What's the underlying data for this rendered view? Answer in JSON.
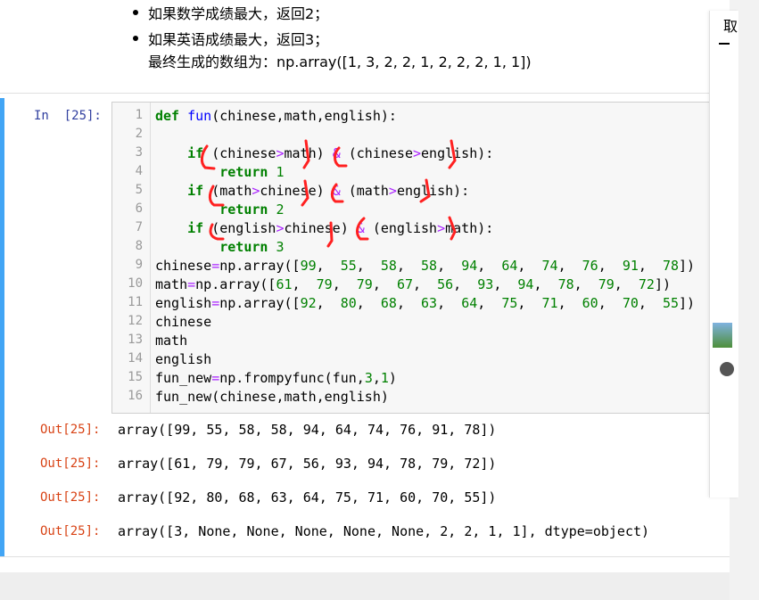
{
  "markdown": {
    "bullets": [
      "如果数学成绩最大，返回2；",
      "如果英语成绩最大，返回3；"
    ],
    "result_line": "最终生成的数组为：np.array([1, 3, 2, 2, 1, 2, 2, 2, 1, 1])"
  },
  "code_cell": {
    "prompt": "In  [25]:",
    "line_numbers": [
      "1",
      "2",
      "3",
      "4",
      "5",
      "6",
      "7",
      "8",
      "9",
      "10",
      "11",
      "12",
      "13",
      "14",
      "15",
      "16"
    ],
    "lines": [
      [
        {
          "t": "def ",
          "c": "kw"
        },
        {
          "t": "fun",
          "c": "fn"
        },
        {
          "t": "(chinese,math,english):",
          "c": "p"
        }
      ],
      [],
      [
        {
          "t": "    ",
          "c": "p"
        },
        {
          "t": "if",
          "c": "kw"
        },
        {
          "t": " (chinese",
          "c": "p"
        },
        {
          "t": ">",
          "c": "op"
        },
        {
          "t": "math) ",
          "c": "p"
        },
        {
          "t": "&",
          "c": "op"
        },
        {
          "t": " (chinese",
          "c": "p"
        },
        {
          "t": ">",
          "c": "op"
        },
        {
          "t": "english):",
          "c": "p"
        }
      ],
      [
        {
          "t": "        ",
          "c": "p"
        },
        {
          "t": "return ",
          "c": "kw"
        },
        {
          "t": "1",
          "c": "num"
        }
      ],
      [
        {
          "t": "    ",
          "c": "p"
        },
        {
          "t": "if",
          "c": "kw"
        },
        {
          "t": " (math",
          "c": "p"
        },
        {
          "t": ">",
          "c": "op"
        },
        {
          "t": "chinese) ",
          "c": "p"
        },
        {
          "t": "&",
          "c": "op"
        },
        {
          "t": " (math",
          "c": "p"
        },
        {
          "t": ">",
          "c": "op"
        },
        {
          "t": "english):",
          "c": "p"
        }
      ],
      [
        {
          "t": "        ",
          "c": "p"
        },
        {
          "t": "return ",
          "c": "kw"
        },
        {
          "t": "2",
          "c": "num"
        }
      ],
      [
        {
          "t": "    ",
          "c": "p"
        },
        {
          "t": "if",
          "c": "kw"
        },
        {
          "t": " (english",
          "c": "p"
        },
        {
          "t": ">",
          "c": "op"
        },
        {
          "t": "chinese) ",
          "c": "p"
        },
        {
          "t": "&",
          "c": "op"
        },
        {
          "t": " (english",
          "c": "p"
        },
        {
          "t": ">",
          "c": "op"
        },
        {
          "t": "math):",
          "c": "p"
        }
      ],
      [
        {
          "t": "        ",
          "c": "p"
        },
        {
          "t": "return ",
          "c": "kw"
        },
        {
          "t": "3",
          "c": "num"
        }
      ],
      [
        {
          "t": "chinese",
          "c": "p"
        },
        {
          "t": "=",
          "c": "op"
        },
        {
          "t": "np.array([",
          "c": "p"
        },
        {
          "t": "99",
          "c": "num"
        },
        {
          "t": ",  ",
          "c": "p"
        },
        {
          "t": "55",
          "c": "num"
        },
        {
          "t": ",  ",
          "c": "p"
        },
        {
          "t": "58",
          "c": "num"
        },
        {
          "t": ",  ",
          "c": "p"
        },
        {
          "t": "58",
          "c": "num"
        },
        {
          "t": ",  ",
          "c": "p"
        },
        {
          "t": "94",
          "c": "num"
        },
        {
          "t": ",  ",
          "c": "p"
        },
        {
          "t": "64",
          "c": "num"
        },
        {
          "t": ",  ",
          "c": "p"
        },
        {
          "t": "74",
          "c": "num"
        },
        {
          "t": ",  ",
          "c": "p"
        },
        {
          "t": "76",
          "c": "num"
        },
        {
          "t": ",  ",
          "c": "p"
        },
        {
          "t": "91",
          "c": "num"
        },
        {
          "t": ",  ",
          "c": "p"
        },
        {
          "t": "78",
          "c": "num"
        },
        {
          "t": "])",
          "c": "p"
        }
      ],
      [
        {
          "t": "math",
          "c": "p"
        },
        {
          "t": "=",
          "c": "op"
        },
        {
          "t": "np.array([",
          "c": "p"
        },
        {
          "t": "61",
          "c": "num"
        },
        {
          "t": ",  ",
          "c": "p"
        },
        {
          "t": "79",
          "c": "num"
        },
        {
          "t": ",  ",
          "c": "p"
        },
        {
          "t": "79",
          "c": "num"
        },
        {
          "t": ",  ",
          "c": "p"
        },
        {
          "t": "67",
          "c": "num"
        },
        {
          "t": ",  ",
          "c": "p"
        },
        {
          "t": "56",
          "c": "num"
        },
        {
          "t": ",  ",
          "c": "p"
        },
        {
          "t": "93",
          "c": "num"
        },
        {
          "t": ",  ",
          "c": "p"
        },
        {
          "t": "94",
          "c": "num"
        },
        {
          "t": ",  ",
          "c": "p"
        },
        {
          "t": "78",
          "c": "num"
        },
        {
          "t": ",  ",
          "c": "p"
        },
        {
          "t": "79",
          "c": "num"
        },
        {
          "t": ",  ",
          "c": "p"
        },
        {
          "t": "72",
          "c": "num"
        },
        {
          "t": "])",
          "c": "p"
        }
      ],
      [
        {
          "t": "english",
          "c": "p"
        },
        {
          "t": "=",
          "c": "op"
        },
        {
          "t": "np.array([",
          "c": "p"
        },
        {
          "t": "92",
          "c": "num"
        },
        {
          "t": ",  ",
          "c": "p"
        },
        {
          "t": "80",
          "c": "num"
        },
        {
          "t": ",  ",
          "c": "p"
        },
        {
          "t": "68",
          "c": "num"
        },
        {
          "t": ",  ",
          "c": "p"
        },
        {
          "t": "63",
          "c": "num"
        },
        {
          "t": ",  ",
          "c": "p"
        },
        {
          "t": "64",
          "c": "num"
        },
        {
          "t": ",  ",
          "c": "p"
        },
        {
          "t": "75",
          "c": "num"
        },
        {
          "t": ",  ",
          "c": "p"
        },
        {
          "t": "71",
          "c": "num"
        },
        {
          "t": ",  ",
          "c": "p"
        },
        {
          "t": "60",
          "c": "num"
        },
        {
          "t": ",  ",
          "c": "p"
        },
        {
          "t": "70",
          "c": "num"
        },
        {
          "t": ",  ",
          "c": "p"
        },
        {
          "t": "55",
          "c": "num"
        },
        {
          "t": "])",
          "c": "p"
        }
      ],
      [
        {
          "t": "chinese",
          "c": "p"
        }
      ],
      [
        {
          "t": "math",
          "c": "p"
        }
      ],
      [
        {
          "t": "english",
          "c": "p"
        }
      ],
      [
        {
          "t": "fun_new",
          "c": "p"
        },
        {
          "t": "=",
          "c": "op"
        },
        {
          "t": "np.frompyfunc(fun,",
          "c": "p"
        },
        {
          "t": "3",
          "c": "num"
        },
        {
          "t": ",",
          "c": "p"
        },
        {
          "t": "1",
          "c": "num"
        },
        {
          "t": ")",
          "c": "p"
        }
      ],
      [
        {
          "t": "fun_new(chinese,math,english)",
          "c": "p"
        }
      ]
    ]
  },
  "outputs": [
    {
      "prompt": "Out[25]:",
      "text": "array([99, 55, 58, 58, 94, 64, 74, 76, 91, 78])"
    },
    {
      "prompt": "Out[25]:",
      "text": "array([61, 79, 79, 67, 56, 93, 94, 78, 79, 72])"
    },
    {
      "prompt": "Out[25]:",
      "text": "array([92, 80, 68, 63, 64, 75, 71, 60, 70, 55])"
    },
    {
      "prompt": "Out[25]:",
      "text": "array([3, None, None, None, None, None, 2, 2, 1, 1], dtype=object)"
    }
  ],
  "side_panel": {
    "label": "取"
  },
  "colors": {
    "active_bar": "#42a5f5",
    "in_prompt": "#303f9f",
    "out_prompt": "#d84315",
    "annotation": "#ff0000"
  }
}
